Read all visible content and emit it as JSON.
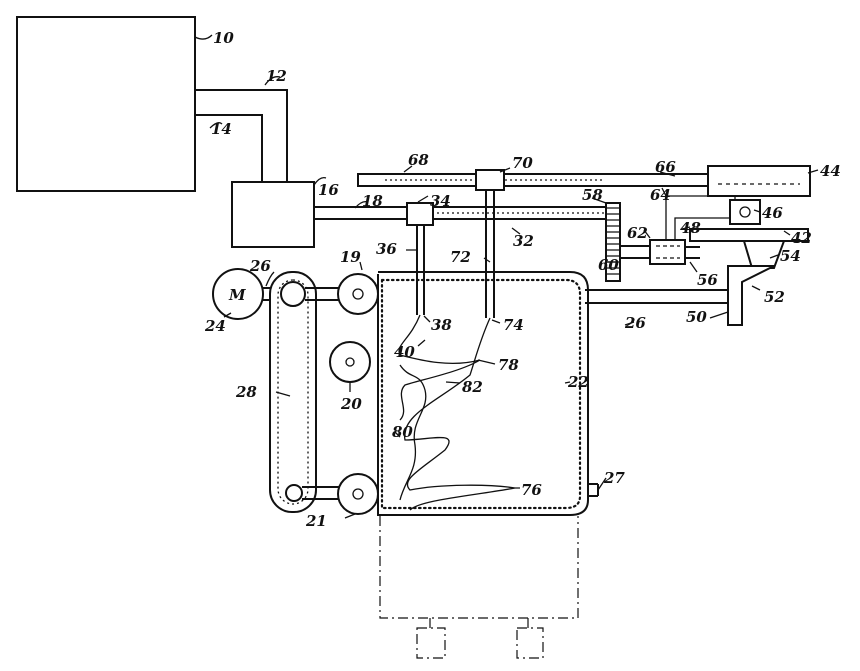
{
  "motor_letter": "M",
  "labels": {
    "l10": "10",
    "l12": "12",
    "l14": "14",
    "l16": "16",
    "l18": "18",
    "l19": "19",
    "l20": "20",
    "l21": "21",
    "l22": "22",
    "l24": "24",
    "l26a": "26",
    "l26b": "26",
    "l27": "27",
    "l28": "28",
    "l32": "32",
    "l34": "34",
    "l36": "36",
    "l38": "38",
    "l40": "40",
    "l42": "42",
    "l44": "44",
    "l46": "46",
    "l48": "48",
    "l50": "50",
    "l52": "52",
    "l54": "54",
    "l56": "56",
    "l58": "58",
    "l60": "60",
    "l62": "62",
    "l64": "64",
    "l66": "66",
    "l68": "68",
    "l70": "70",
    "l72": "72",
    "l74": "74",
    "l76": "76",
    "l78": "78",
    "l80": "80",
    "l82": "82"
  }
}
